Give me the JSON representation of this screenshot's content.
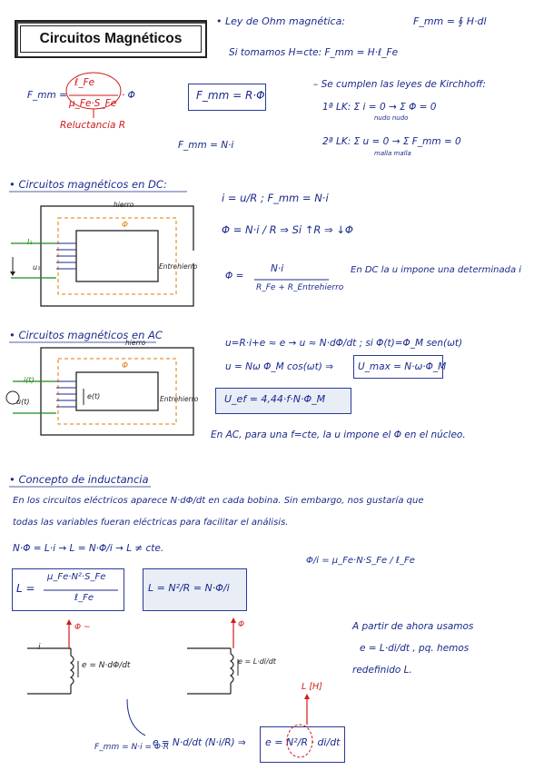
{
  "title": "Circuitos Magnéticos",
  "ohm": {
    "law_title": "• Ley de Ohm magnética:",
    "law_eq": "F_mm = ∮ H·dl",
    "if_h_const": "Si tomamos H=cte:  F_mm = H·ℓ_Fe",
    "f_mm_left": "F_mm =",
    "frac_num": "ℓ_Fe",
    "frac_den": "μ_Fe·S_Fe",
    "phi_after": "· Φ",
    "reluctance_label": "Reluctancia  R",
    "boxed_eq": "F_mm = R·Φ",
    "kirchhoff_title": "– Se cumplen las leyes de Kirchhoff:",
    "lk1": "1ª LK:  Σ i = 0  →  Σ Φ = 0",
    "lk1_sub": "nudo        nudo",
    "lk2": "2ª LK:  Σ u = 0  →  Σ F_mm = 0",
    "lk2_sub": "malla         malla",
    "f_ni": "F_mm = N·i"
  },
  "dc": {
    "heading": "• Circuitos magnéticos en DC:",
    "core_label": "hierro",
    "gap_label": "Entrehierro",
    "i_label": "I₁",
    "u_label": "u₁",
    "phi_label": "Φ",
    "eq1": "i = u/R   ;   F_mm = N·i",
    "eq2": "Φ = N·i / R   ⇒   Si ↑R ⇒ ↓Φ",
    "eq3_num": "N·i",
    "eq3_den": "R_Fe + R_Entrehierro",
    "eq3_left": "Φ =",
    "note": "En DC la u impone una determinada i"
  },
  "ac": {
    "heading": "• Circuitos magnéticos en AC",
    "core_label": "hierro",
    "gap_label": "Entrehierro",
    "i_label": "i(t)",
    "u_label": "u(t)",
    "e_label": "e(t)",
    "phi_label": "Φ",
    "eq1": "u=R·i+e ≈ e  →  u ≈ N·dΦ/dt ;  si Φ(t)=Φ_M sen(ωt)",
    "eq2": "u = Nω Φ_M cos(ωt)  ⇒",
    "eq2_box": "U_max = N·ω·Φ_M",
    "eq3_box": "U_ef = 4,44·f·N·Φ_M",
    "note": "En AC, para una f=cte, la u impone el Φ en el núcleo."
  },
  "inductance": {
    "heading": "• Concepto de inductancia",
    "para1": "En los circuitos eléctricos aparece N·dΦ/dt en cada bobina. Sin embargo, nos gustaría que",
    "para2": "todas las variables fueran eléctricas para facilitar el análisis.",
    "eq1": "N·Φ = L·i  →  L = N·Φ/i  →  L ≠ cte.",
    "ratio": "Φ/i = μ_Fe·N·S_Fe / ℓ_Fe",
    "box1_left": "L =",
    "box1_num": "μ_Fe·N²·S_Fe",
    "box1_den": "ℓ_Fe",
    "box2": "L = N²/R = N·Φ/i",
    "from_now": "A partir de ahora usamos",
    "from_now2": "e = L·di/dt ,  pq. hemos",
    "from_now3": "redefinido L.",
    "coil1_label": "e = N·dΦ/dt",
    "coil2_label": "e = L·di/dt",
    "i_label": "i",
    "phi_label": "Φ ~",
    "phi2_label": "Φ",
    "bottom_eq": "e = N·d/dt (N·i/R)  ⇒",
    "bottom_box": "e = N²/R · di/dt",
    "l_label": "L [H]",
    "fmm_bottom": "F_mm = N·i = Φ·R"
  }
}
